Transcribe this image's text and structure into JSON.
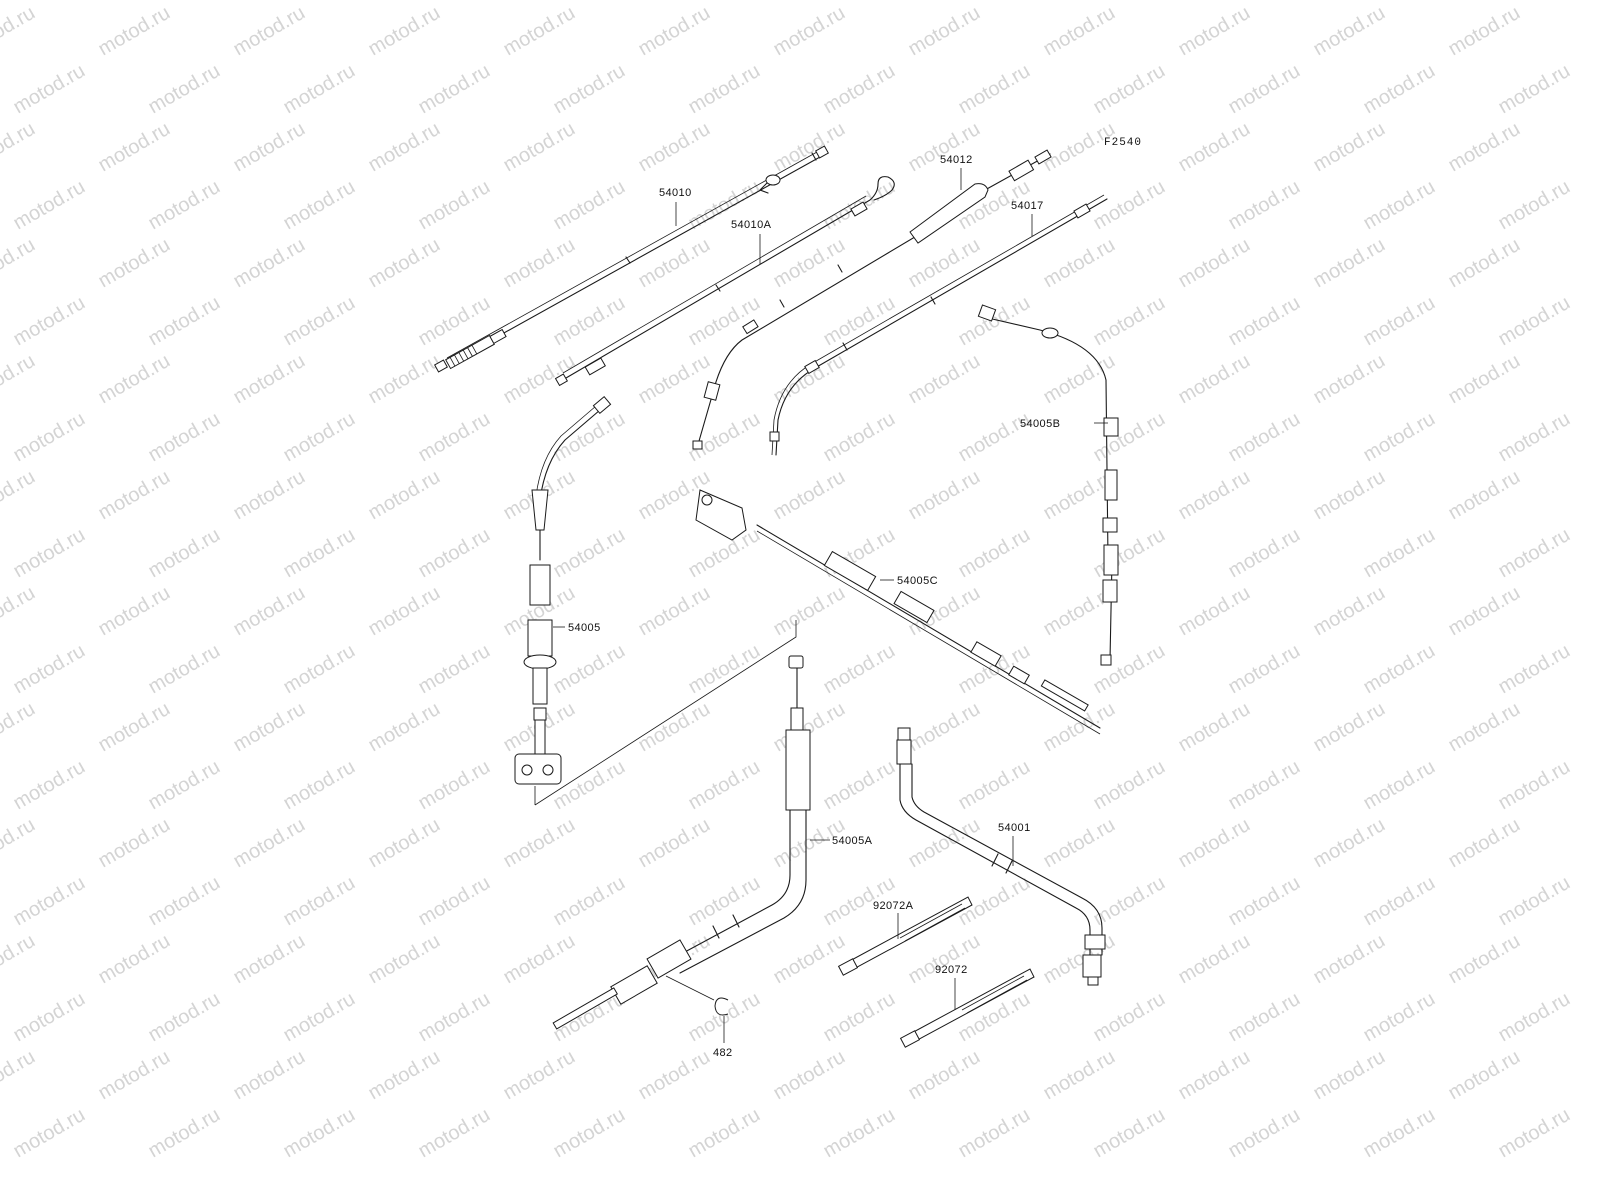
{
  "watermark": {
    "text": "motod.ru",
    "color": "#d4d4d4"
  },
  "figure_code": "F2540",
  "parts": [
    {
      "id": "54010"
    },
    {
      "id": "54010A"
    },
    {
      "id": "54012"
    },
    {
      "id": "54017"
    },
    {
      "id": "54005B"
    },
    {
      "id": "54005"
    },
    {
      "id": "54005C"
    },
    {
      "id": "54005A"
    },
    {
      "id": "54001"
    },
    {
      "id": "92072A"
    },
    {
      "id": "92072"
    },
    {
      "id": "482"
    }
  ],
  "colors": {
    "line": "#1a1a1a",
    "background": "#ffffff"
  }
}
